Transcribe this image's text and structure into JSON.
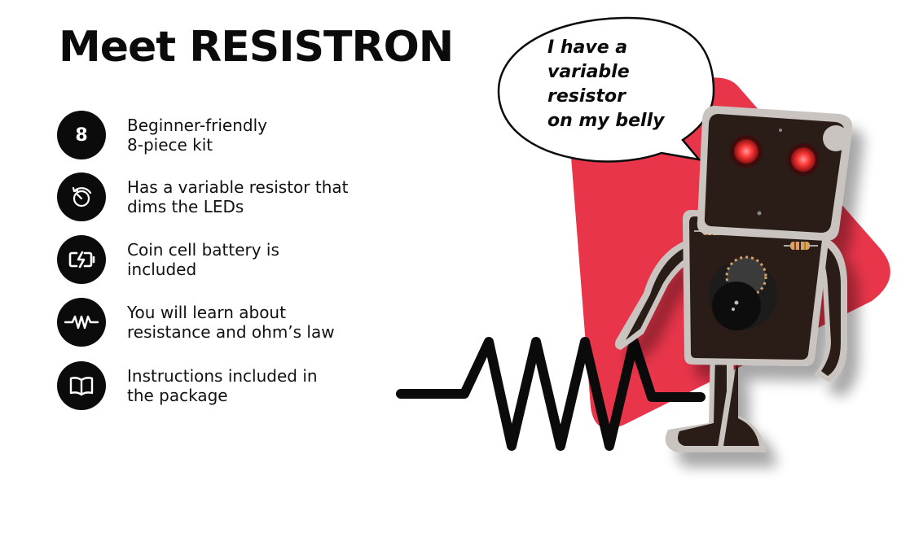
{
  "header": {
    "title": "Meet RESISTRON"
  },
  "features": [
    {
      "badge": "8",
      "icon": "number-8-icon",
      "line1": "Beginner-friendly",
      "line2": "8-piece kit"
    },
    {
      "icon": "knob-rotate-icon",
      "line1": "Has a variable resistor that",
      "line2": "dims the LEDs"
    },
    {
      "icon": "battery-charging-icon",
      "line1": "Coin cell battery is",
      "line2": "included"
    },
    {
      "icon": "resistor-icon",
      "line1": "You will learn about",
      "line2": "resistance and ohm’s law"
    },
    {
      "icon": "book-icon",
      "line1": "Instructions included in",
      "line2": "the package"
    }
  ],
  "speech_bubble": {
    "lines": [
      "I have a",
      "variable",
      "resistor",
      "on my belly"
    ]
  },
  "colors": {
    "accent": "#e8354a",
    "dark": "#0b0b0b",
    "robot_wood": "#2b1a14",
    "robot_edge": "#c9c4c0",
    "led": "#ff3b3b"
  }
}
